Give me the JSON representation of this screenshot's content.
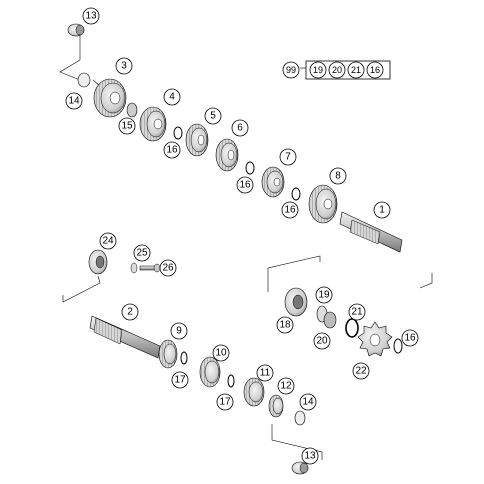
{
  "callouts": [
    {
      "label": "13"
    },
    {
      "label": "3"
    },
    {
      "label": "14"
    },
    {
      "label": "15"
    },
    {
      "label": "4"
    },
    {
      "label": "5"
    },
    {
      "label": "6"
    },
    {
      "label": "16"
    },
    {
      "label": "7"
    },
    {
      "label": "16"
    },
    {
      "label": "8"
    },
    {
      "label": "16"
    },
    {
      "label": "1"
    },
    {
      "label": "24"
    },
    {
      "label": "25"
    },
    {
      "label": "26"
    },
    {
      "label": "2"
    },
    {
      "label": "9"
    },
    {
      "label": "17"
    },
    {
      "label": "10"
    },
    {
      "label": "17"
    },
    {
      "label": "11"
    },
    {
      "label": "12"
    },
    {
      "label": "14"
    },
    {
      "label": "18"
    },
    {
      "label": "19"
    },
    {
      "label": "20"
    },
    {
      "label": "21"
    },
    {
      "label": "16"
    },
    {
      "label": "22"
    },
    {
      "label": "13"
    }
  ],
  "reference_group": {
    "label": "99",
    "items": [
      "19",
      "20",
      "21",
      "16"
    ]
  },
  "colors": {
    "line": "#000000",
    "part_fill": "#e6e6e6",
    "part_shade": "#9a9a9a",
    "background": "#ffffff"
  }
}
